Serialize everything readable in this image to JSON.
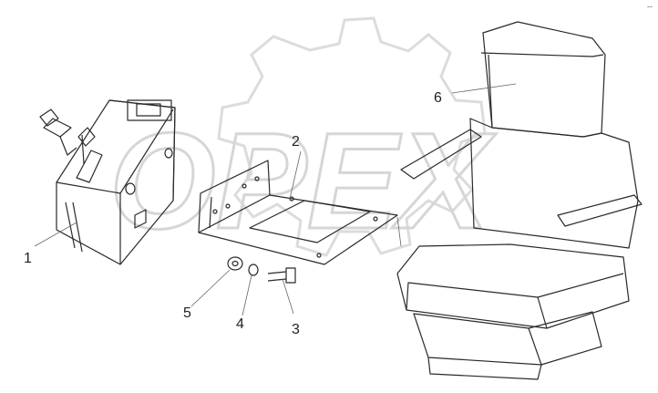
{
  "watermark": {
    "text": "OPEX",
    "color": "#d9d9d9"
  },
  "corner_mark": "--",
  "callouts": [
    {
      "id": "1",
      "label": "1"
    },
    {
      "id": "2",
      "label": "2"
    },
    {
      "id": "3",
      "label": "3"
    },
    {
      "id": "4",
      "label": "4"
    },
    {
      "id": "5",
      "label": "5"
    },
    {
      "id": "6",
      "label": "6"
    }
  ],
  "colors": {
    "line": "#2a2a2a",
    "fill": "#ffffff",
    "shade": "#e9e9e9"
  }
}
